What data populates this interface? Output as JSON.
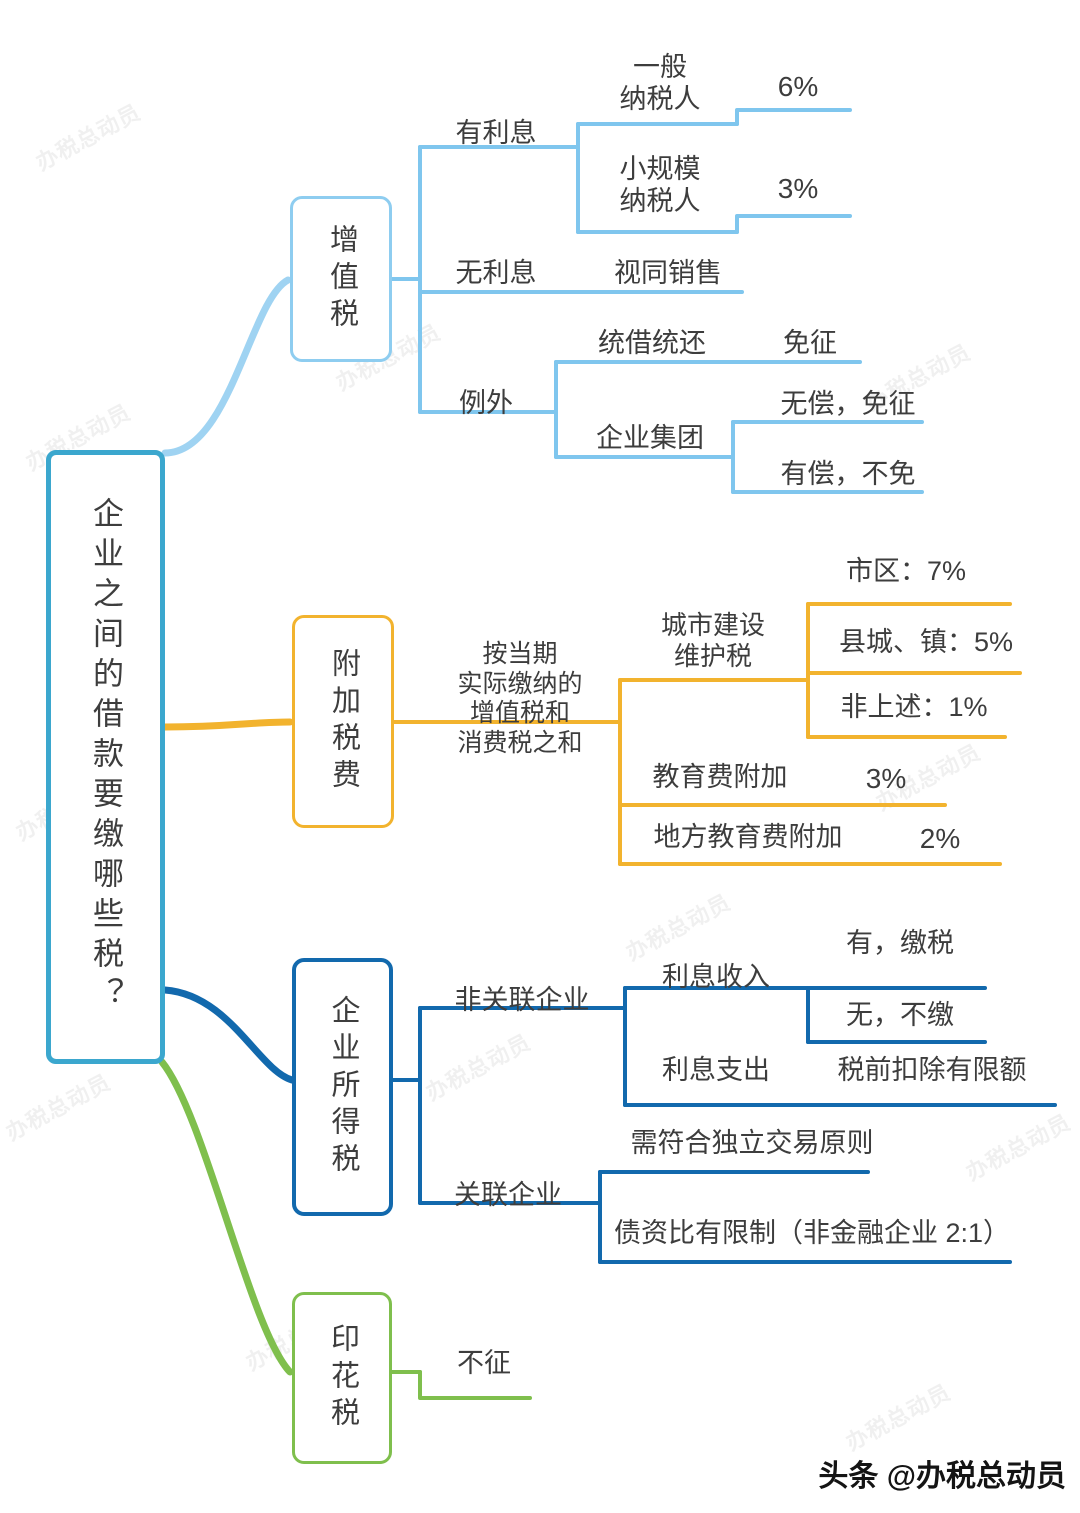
{
  "root": {
    "label": "企业之间的借款要缴哪些税？"
  },
  "colors": {
    "root": "#3ba7ce",
    "vat": "#8ecdf0",
    "surcharge": "#f2b32e",
    "income_tax": "#1269ad",
    "stamp_tax": "#7fbf4d",
    "text": "#3d3d3d"
  },
  "branches": [
    {
      "id": "vat",
      "label": "增值税",
      "color": "#8ecdf0",
      "children": [
        {
          "label": "有利息",
          "children": [
            {
              "label": "一般\n纳税人",
              "children": [
                {
                  "label": "6%"
                }
              ]
            },
            {
              "label": "小规模\n纳税人",
              "children": [
                {
                  "label": "3%"
                }
              ]
            }
          ]
        },
        {
          "label": "无利息",
          "children": [
            {
              "label": "视同销售"
            }
          ]
        },
        {
          "label": "例外",
          "children": [
            {
              "label": "统借统还",
              "children": [
                {
                  "label": "免征"
                }
              ]
            },
            {
              "label": "企业集团",
              "children": [
                {
                  "label": "无偿，免征"
                },
                {
                  "label": "有偿，不免"
                }
              ]
            }
          ]
        }
      ]
    },
    {
      "id": "surcharge",
      "label": "附加税费",
      "color": "#f2b32e",
      "children": [
        {
          "label": "按当期\n实际缴纳的\n增值税和\n消费税之和",
          "children": [
            {
              "label": "城市建设\n维护税",
              "children": [
                {
                  "label": "市区：7%"
                },
                {
                  "label": "县城、镇：5%"
                },
                {
                  "label": "非上述：1%"
                }
              ]
            },
            {
              "label": "教育费附加",
              "children": [
                {
                  "label": "3%"
                }
              ]
            },
            {
              "label": "地方教育费附加",
              "children": [
                {
                  "label": "2%"
                }
              ]
            }
          ]
        }
      ]
    },
    {
      "id": "income_tax",
      "label": "企业所得税",
      "color": "#1269ad",
      "children": [
        {
          "label": "非关联企业",
          "children": [
            {
              "label": "利息收入",
              "children": [
                {
                  "label": "有，缴税"
                },
                {
                  "label": "无，不缴"
                }
              ]
            },
            {
              "label": "利息支出",
              "children": [
                {
                  "label": "税前扣除有限额"
                }
              ]
            }
          ]
        },
        {
          "label": "关联企业",
          "children": [
            {
              "label": "需符合独立交易原则"
            },
            {
              "label": "债资比有限制（非金融企业 2:1）"
            }
          ]
        }
      ]
    },
    {
      "id": "stamp_tax",
      "label": "印花税",
      "color": "#7fbf4d",
      "children": [
        {
          "label": "不征"
        }
      ]
    }
  ],
  "labels": {
    "vat_node": "增值税",
    "vat_has_interest": "有利息",
    "vat_general_taxpayer": "一般\n纳税人",
    "vat_rate_6": "6%",
    "vat_small_taxpayer": "小规模\n纳税人",
    "vat_rate_3": "3%",
    "vat_no_interest": "无利息",
    "vat_deemed_sale": "视同销售",
    "vat_exception": "例外",
    "vat_unified_borrow": "统借统还",
    "vat_exempt": "免征",
    "vat_group": "企业集团",
    "vat_free_exempt": "无偿，免征",
    "vat_paid_not_exempt": "有偿，不免",
    "sur_node": "附加税费",
    "sur_basis": "按当期\n实际缴纳的\n增值税和\n消费税之和",
    "sur_city_tax": "城市建设\n维护税",
    "sur_city_7": "市区：7%",
    "sur_county_5": "县城、镇：5%",
    "sur_other_1": "非上述：1%",
    "sur_edu": "教育费附加",
    "sur_edu_3": "3%",
    "sur_local_edu": "地方教育费附加",
    "sur_local_edu_2": "2%",
    "it_node": "企业所得税",
    "it_nonrelated": "非关联企业",
    "it_interest_income": "利息收入",
    "it_has_pay": "有，缴税",
    "it_none_nopay": "无，不缴",
    "it_interest_expense": "利息支出",
    "it_pretax_limit": "税前扣除有限额",
    "it_related": "关联企业",
    "it_arms_length": "需符合独立交易原则",
    "it_debt_ratio": "债资比有限制（非金融企业 2:1）",
    "st_node": "印花税",
    "st_not_levied": "不征"
  },
  "watermark": {
    "text": "办税总动员"
  },
  "footer": {
    "text": "头条 @办税总动员",
    "icon": "wechat-icon"
  }
}
